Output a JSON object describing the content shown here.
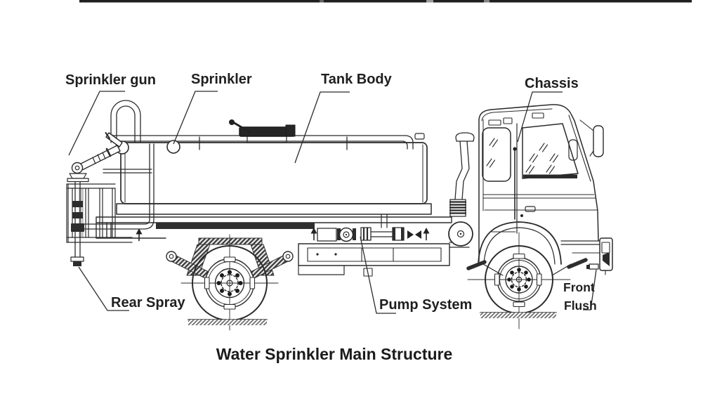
{
  "diagram": {
    "title": "Water Sprinkler Main Structure",
    "labels": {
      "sprinkler_gun": "Sprinkler gun",
      "sprinkler": "Sprinkler",
      "tank_body": "Tank Body",
      "chassis": "Chassis",
      "rear_spray": "Rear Spray",
      "pump_system": "Pump System",
      "front_flush_line1": "Front",
      "front_flush_line2": "Flush"
    },
    "colors": {
      "line": "#2b2b2b",
      "text": "#1f1f1f",
      "background": "#ffffff",
      "dark_fill": "#2e2e2e"
    }
  }
}
